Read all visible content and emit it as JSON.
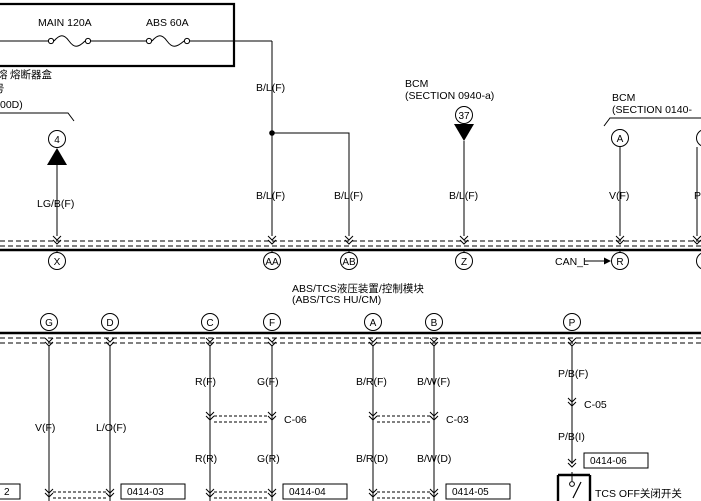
{
  "fuse_box": {
    "fuses": [
      {
        "name": "MAIN 120A"
      },
      {
        "name": "ABS 60A"
      }
    ],
    "caption": "熔断器盒",
    "left_fragment_1": "号",
    "left_fragment_2": "00D)"
  },
  "refs": {
    "bcm_mid": {
      "title": "BCM",
      "section": "(SECTION 0940-a)",
      "circle": "37"
    },
    "bcm_right": {
      "title": "BCM",
      "section": "(SECTION 0140-"
    },
    "connector_left": "4",
    "connector_right": "A"
  },
  "upper_wires": [
    {
      "color": "LG/B(F)",
      "terminal": "X"
    },
    {
      "color": "B/L(F)",
      "terminal": "AA",
      "top_label": "B/L(F)"
    },
    {
      "color": "B/L(F)",
      "terminal": "AB"
    },
    {
      "color": "B/L(F)",
      "terminal": "Z"
    },
    {
      "color": "V(F)",
      "terminal": "R",
      "signal": "CAN_L"
    },
    {
      "color": "P",
      "terminal": ""
    }
  ],
  "module": {
    "title": "ABS/TCS液压装置/控制模块",
    "subtitle": "(ABS/TCS HU/CM)"
  },
  "lower_terminals": [
    "G",
    "D",
    "C",
    "F",
    "A",
    "B",
    "P"
  ],
  "lower_wires": [
    {
      "upper": "V(F)"
    },
    {
      "upper": "L/O(F)"
    },
    {
      "upper": "R(F)",
      "lower": "R(R)"
    },
    {
      "upper": "G(F)",
      "lower": "G(R)"
    },
    {
      "upper": "B/R(F)",
      "lower": "B/R(D)"
    },
    {
      "upper": "B/W(F)",
      "lower": "B/W(D)"
    },
    {
      "upper": "P/B(F)",
      "lower": "P/B(I)"
    }
  ],
  "connectors": {
    "c06": "C-06",
    "c03": "C-03",
    "c05": "C-05"
  },
  "page_refs": {
    "ref1": "2",
    "ref2": "0414-03",
    "ref3": "0414-04",
    "ref4": "0414-05",
    "ref5": "0414-06"
  },
  "switch_label": "TCS OFF关闭开关"
}
